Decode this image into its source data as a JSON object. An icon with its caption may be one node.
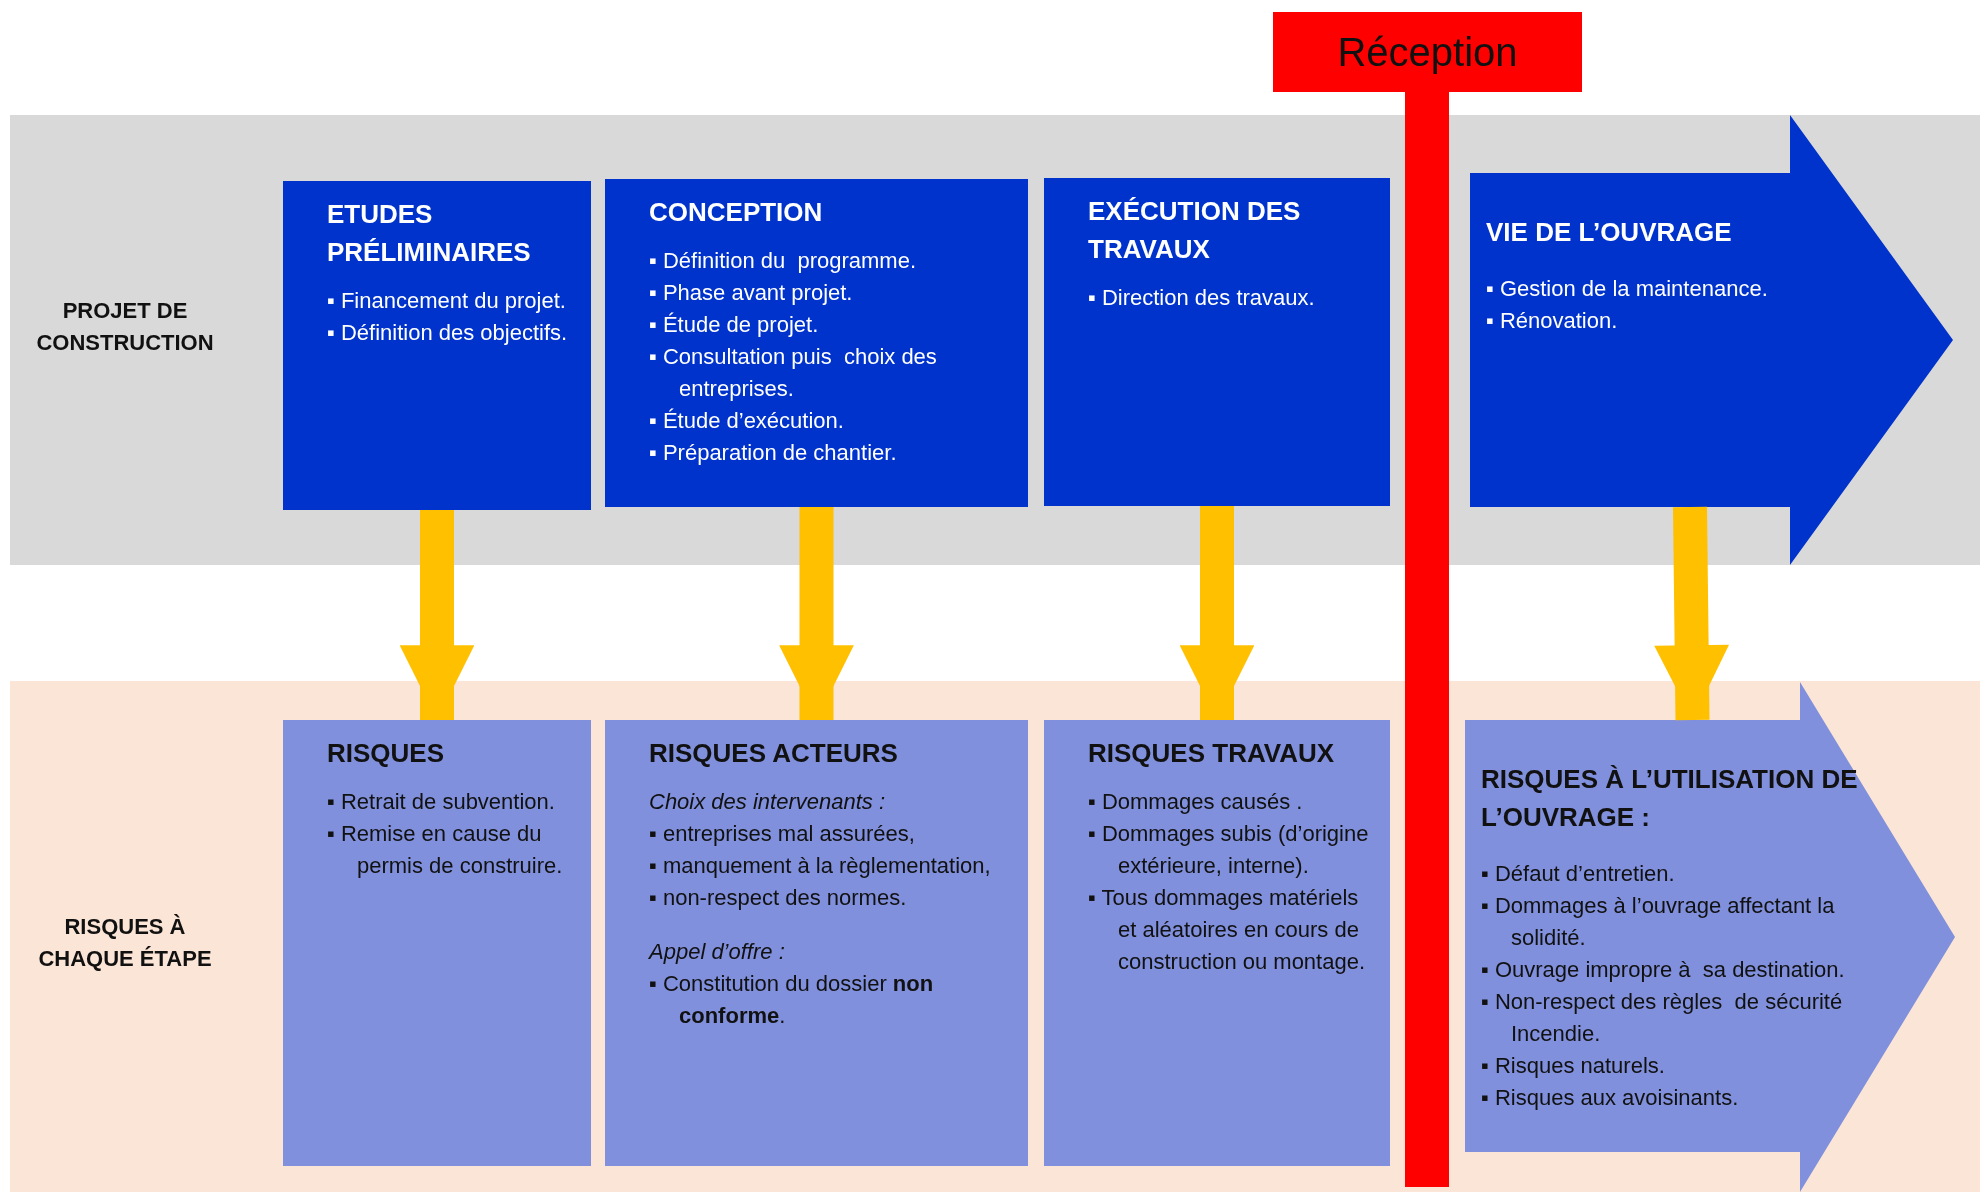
{
  "diagram": {
    "nodes": [
      {
        "text": [
          "PROJET DE CONSTRUCTION"
        ]
      },
      {
        "text": [
          "ETUDES PRÉLIMINAIRES",
          "▪ Financement du projet.",
          "▪ Définition des objectifs."
        ],
        "in": 0
      },
      {
        "text": [
          "CONCEPTION",
          "▪ Définition du  programme.",
          "▪ Phase avant projet.",
          "▪ Étude de projet.",
          "▪ Consultation puis  choix des entreprises.",
          "▪ Étude d’exécution.",
          "▪ Préparation de chantier."
        ],
        "in": 0
      },
      {
        "text": [
          "EXÉCUTION DES TRAVAUX",
          "▪ Direction des travaux."
        ],
        "in": 0
      },
      {
        "text": [
          "VIE DE L’OUVRAGE",
          "▪ Gestion de la maintenance.",
          "▪ Rénovation."
        ],
        "in": 0
      },
      {
        "text": [
          "Réception"
        ]
      },
      {
        "text": [
          "RISQUES À CHAQUE ÉTAPE"
        ]
      },
      {
        "text": [
          "RISQUES",
          "▪ Retrait de subvention.",
          "▪ Remise en cause du permis de construire."
        ],
        "in": 6
      },
      {
        "text": [
          "RISQUES ACTEURS",
          "Choix des intervenants :",
          "▪ entreprises mal assurées,",
          "▪ manquement à la règlementation,",
          "▪ non-respect des normes.",
          "Appel d’offre :",
          "▪ Constitution du dossier **non conforme**."
        ],
        "in": 6
      },
      {
        "text": [
          "RISQUES TRAVAUX",
          "▪ Dommages causés .",
          "▪ Dommages subis (d’origine extérieure, interne).",
          "▪ Tous dommages matériels et aléatoires en cours de construction ou montage."
        ],
        "in": 6
      },
      {
        "text": [
          "RISQUES À L’UTILISATION DE L’OUVRAGE :",
          "▪ Défaut d’entretien.",
          "▪ Dommages à l’ouvrage affectant la solidité.",
          "▪ Ouvrage impropre à  sa destination.",
          "▪ Non-respect des règles  de sécurité Incendie.",
          "▪ Risques naturels.",
          "▪ Risques aux avoisinants."
        ],
        "in": 6
      },
      {
        "text": [],
        "shape": "bar"
      }
    ],
    "edges": [
      {
        "from": 1,
        "to": 7,
        "arrow": "to",
        "color": "#ffc000"
      },
      {
        "from": 2,
        "to": 8,
        "arrow": "to",
        "color": "#ffc000"
      },
      {
        "from": 3,
        "to": 9,
        "arrow": "to",
        "color": "#ffc000"
      },
      {
        "from": 4,
        "to": 10,
        "arrow": "to",
        "color": "#ffc000"
      }
    ]
  }
}
